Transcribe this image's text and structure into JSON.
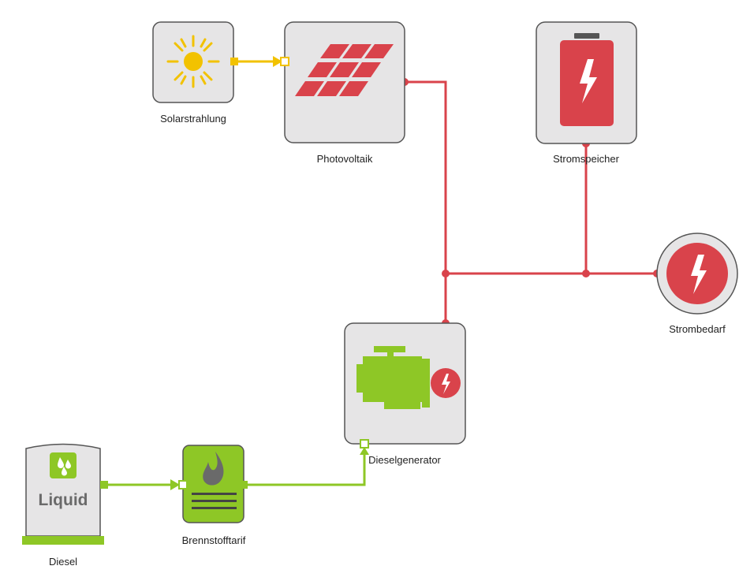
{
  "colors": {
    "solar": "#f2c200",
    "power": "#d9434b",
    "fuel": "#8ec726",
    "box_fill": "#e6e5e6",
    "box_stroke": "#555555",
    "icon_grey": "#6a6a6a"
  },
  "nodes": {
    "solar": {
      "label": "Solarstrahlung",
      "icon": "sun-icon"
    },
    "pv": {
      "label": "Photovoltaik",
      "icon": "solar-panel-icon"
    },
    "storage": {
      "label": "Stromspeicher",
      "icon": "battery-icon"
    },
    "demand": {
      "label": "Strombedarf",
      "icon": "lightning-icon"
    },
    "generator": {
      "label": "Dieselgenerator",
      "icon": "engine-icon"
    },
    "tariff": {
      "label": "Brennstofftarif",
      "icon": "flame-icon"
    },
    "diesel": {
      "label": "Diesel",
      "tank_text": "Liquid",
      "icon": "droplets-icon"
    }
  }
}
